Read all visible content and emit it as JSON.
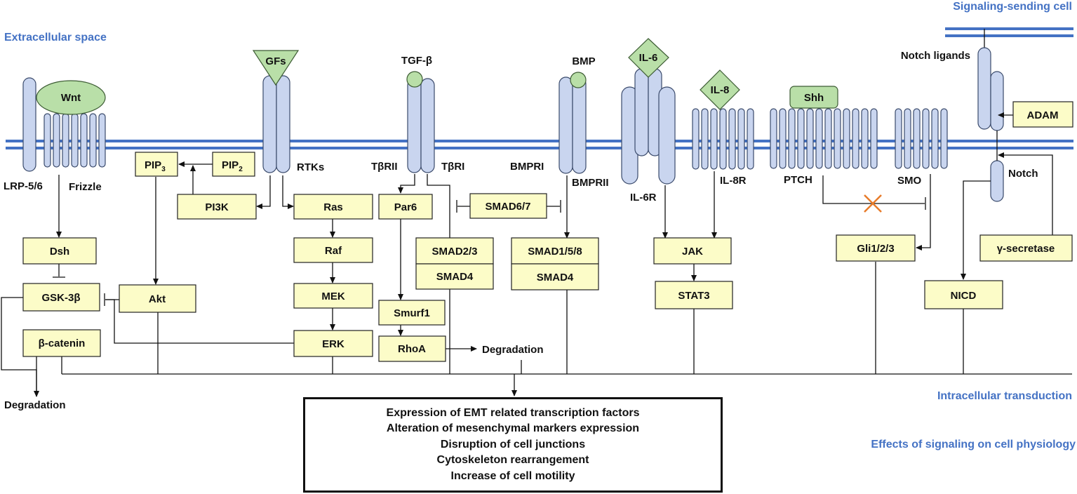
{
  "regions": {
    "sending_cell": "Signaling-sending cell",
    "extracellular": "Extracellular space",
    "intracellular": "Intracellular transduction",
    "effects": "Effects of signaling on cell physiology"
  },
  "ligands": {
    "wnt": "Wnt",
    "gfs": "GFs",
    "tgfb": "TGF-β",
    "bmp": "BMP",
    "il6": "IL-6",
    "il8": "IL-8",
    "shh": "Shh",
    "notch_ligands": "Notch ligands"
  },
  "receptors": {
    "lrp": "LRP-5/6",
    "frizzle": "Frizzle",
    "rtks": "RTKs",
    "tbr2": "TβRII",
    "tbr1": "TβRI",
    "bmpr1": "BMPRI",
    "bmpr2": "BMPRII",
    "il6r": "IL-6R",
    "il8r": "IL-8R",
    "ptch": "PTCH",
    "smo": "SMO",
    "notch": "Notch"
  },
  "nodes": {
    "pip3_base": "PIP",
    "pip3_sub": "3",
    "pip2_base": "PIP",
    "pip2_sub": "2",
    "pi3k": "PI3K",
    "ras": "Ras",
    "raf": "Raf",
    "mek": "MEK",
    "erk": "ERK",
    "dsh": "Dsh",
    "gsk3b": "GSK-3β",
    "akt": "Akt",
    "bcatenin": "β-catenin",
    "par6": "Par6",
    "smurf1": "Smurf1",
    "rhoa": "RhoA",
    "smad67": "SMAD6/7",
    "smad23": "SMAD2/3",
    "smad4a": "SMAD4",
    "smad158": "SMAD1/5/8",
    "smad4b": "SMAD4",
    "jak": "JAK",
    "stat3": "STAT3",
    "gli": "Gli1/2/3",
    "adam": "ADAM",
    "gsecretase": "γ-secretase",
    "nicd": "NICD",
    "degradation_left": "Degradation",
    "degradation_mid": "Degradation"
  },
  "effects": [
    "Expression of EMT related transcription factors",
    "Alteration of mesenchymal markers expression",
    "Disruption of cell junctions",
    "Cytoskeleton rearrangement",
    "Increase of cell motility"
  ],
  "colors": {
    "membrane": "#4472C4",
    "receptor": "#c9d5ef",
    "ligand": "#b9dfa8",
    "node": "#fcfcc8",
    "inhibition_cross": "#e87b2a"
  }
}
